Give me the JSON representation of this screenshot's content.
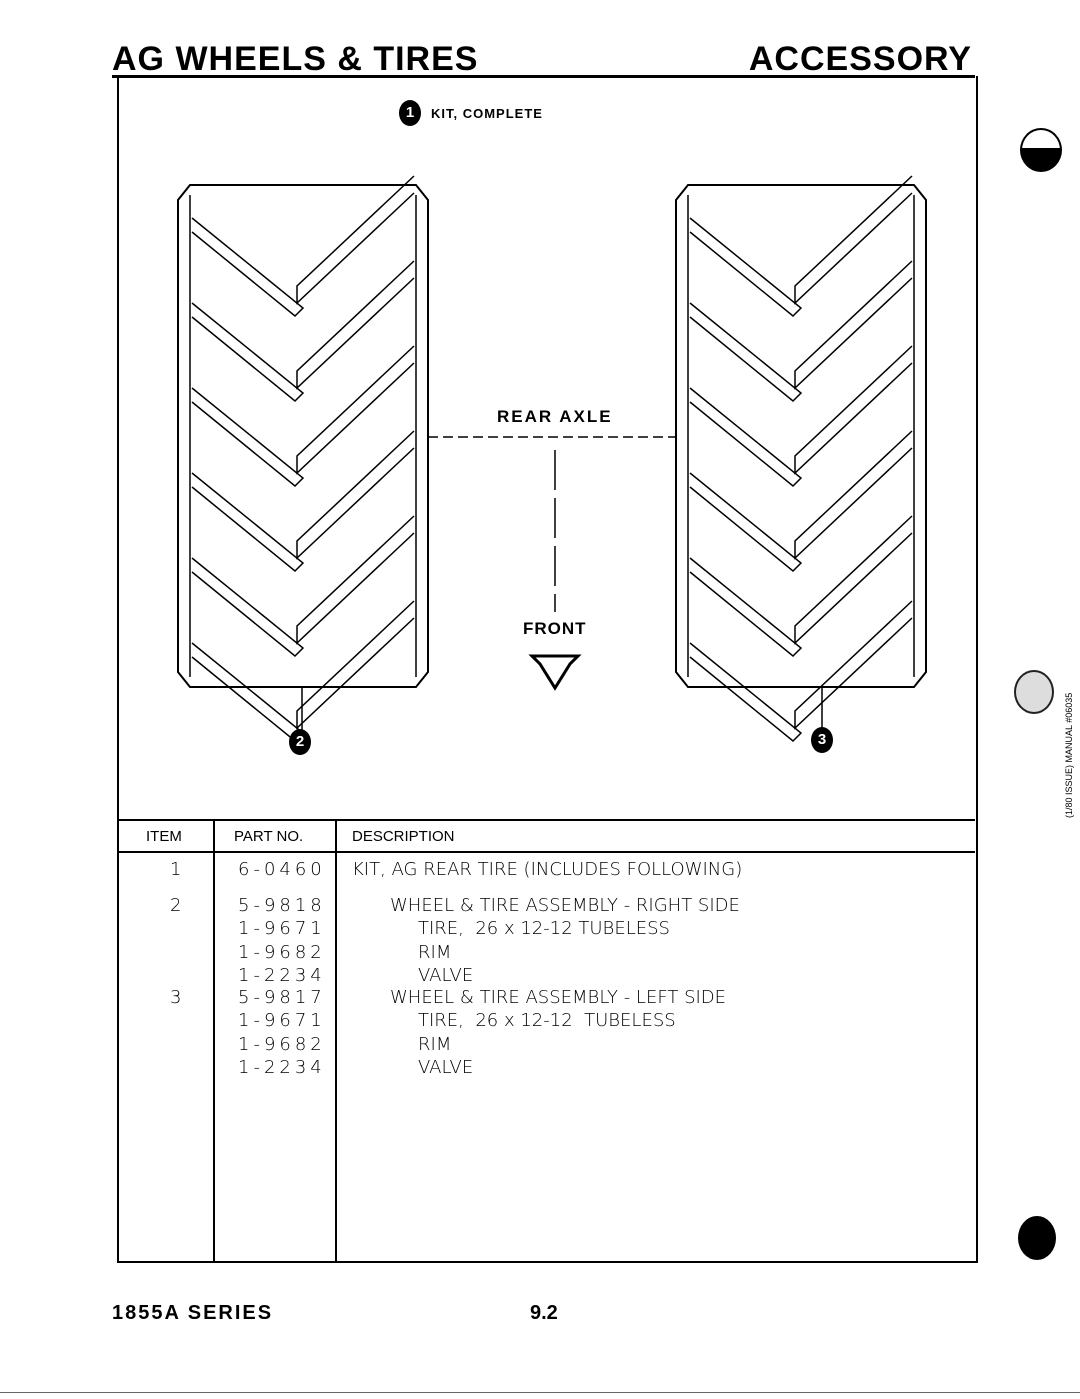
{
  "header": {
    "title": "AG WHEELS & TIRES",
    "section": "ACCESSORY"
  },
  "diagram": {
    "callout_1": "1",
    "kit_label": "KIT, COMPLETE",
    "rear_axle_label": "REAR AXLE",
    "front_label": "FRONT",
    "callout_2": "2",
    "callout_3": "3"
  },
  "table": {
    "headers": {
      "item": "ITEM",
      "part": "PART NO.",
      "desc": "DESCRIPTION"
    },
    "rows": [
      {
        "item": "1",
        "part": "6-0460",
        "desc": "KIT, AG REAR TIRE (INCLUDES FOLLOWING)",
        "indent": 0
      },
      {
        "item": "2",
        "part": "5-9818",
        "desc": "WHEEL & TIRE ASSEMBLY - RIGHT SIDE",
        "indent": 1
      },
      {
        "item": "",
        "part": "1-9671",
        "desc": "TIRE,  26 x 12-12 TUBELESS",
        "indent": 2
      },
      {
        "item": "",
        "part": "1-9682",
        "desc": "RIM",
        "indent": 2
      },
      {
        "item": "",
        "part": "1-2234",
        "desc": "VALVE",
        "indent": 2
      },
      {
        "item": "3",
        "part": "5-9817",
        "desc": "WHEEL & TIRE ASSEMBLY - LEFT SIDE",
        "indent": 1
      },
      {
        "item": "",
        "part": "1-9671",
        "desc": "TIRE,  26 x 12-12  TUBELESS",
        "indent": 2
      },
      {
        "item": "",
        "part": "1-9682",
        "desc": "RIM",
        "indent": 2
      },
      {
        "item": "",
        "part": "1-2234",
        "desc": "VALVE",
        "indent": 2
      }
    ]
  },
  "footer": {
    "series": "1855A SERIES",
    "page": "9.2"
  },
  "side_note": "(1/80 ISSUE)  MANUAL  #06035"
}
